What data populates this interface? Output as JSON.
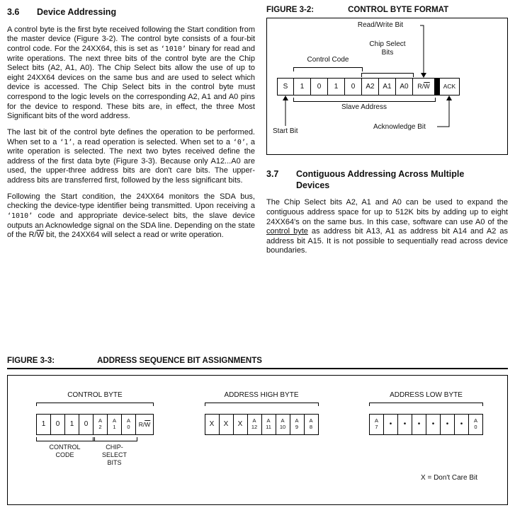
{
  "sec36": {
    "number": "3.6",
    "title": "Device Addressing",
    "p1": [
      "A control byte is the first byte received following the Start condition from the master device (Figure 3-2). The control byte consists of a four-bit control code. For the 24XX64, this is set as ",
      "‘1010’",
      " binary for read and write operations. The next three bits of the control byte are the Chip Select bits (A2, A1, A0). The Chip Select bits allow the use of up to eight 24XX64 devices on the same bus and are used to select which device is accessed. The Chip Select bits in the control byte must correspond to the logic levels on the corresponding A2, A1 and A0 pins for the device to respond. These bits are, in effect, the three Most Significant bits of the word address."
    ],
    "p2": [
      "The last bit of the control byte defines the operation to be performed. When set to a ",
      "‘1’",
      ", a read operation is selected. When set to a ",
      "‘0’",
      ", a write operation is selected. The next two bytes received define the address of the first data byte (Figure 3-3). Because only A12...A0 are used, the upper-three address bits are don't care bits. The upper-address bits are transferred first, followed by the less significant bits."
    ],
    "p3": [
      "Following the Start condition, the 24XX64 monitors the SDA bus, checking the device-type identifier being transmitted. Upon receiving a ",
      "‘1010’",
      " code and appropriate device-select bits, the slave device outputs an Acknowledge signal on the SDA line. Depending on the state of the ",
      "R/",
      "W",
      " bit, the 24XX64 will select a read or write operation."
    ]
  },
  "fig32": {
    "label": "FIGURE 3-2:",
    "title": "CONTROL BYTE FORMAT",
    "ann": {
      "read_write": "Read/Write Bit",
      "control_code": "Control Code",
      "chip_select": "Chip Select\nBits",
      "slave_address": "Slave Address",
      "start_bit": "Start Bit",
      "ack": "Acknowledge Bit"
    },
    "bits": {
      "s": "S",
      "b1": "1",
      "b2": "0",
      "b3": "1",
      "b4": "0",
      "b5": "A2",
      "b6": "A1",
      "b7": "A0",
      "rw_r": "R/",
      "rw_w": "W",
      "ack": "ACK"
    }
  },
  "sec37": {
    "number": "3.7",
    "title": "Contiguous Addressing Across Multiple Devices",
    "p1": [
      "The Chip Select bits A2, A1 and A0 can be used to expand the contiguous address space for up to 512K bits by adding up to eight 24XX64's on the same bus. In this case, software can use A0 of the ",
      "control byte",
      " as address bit A13, A1 as address bit A14 and A2 as address bit A15. It is not possible to sequentially read across device boundaries."
    ]
  },
  "fig33": {
    "label": "FIGURE 3-3:",
    "title": "ADDRESS SEQUENCE BIT ASSIGNMENTS",
    "control_byte": {
      "name": "CONTROL BYTE",
      "cells": [
        "1",
        "0",
        "1",
        "0",
        "A\n2",
        "A\n1",
        "A\n0"
      ],
      "rw_r": "R/",
      "rw_w": "W",
      "sub1": "CONTROL\nCODE",
      "sub2": "CHIP-\nSELECT\nBITS"
    },
    "high_byte": {
      "name": "ADDRESS HIGH BYTE",
      "cells": [
        "X",
        "X",
        "X",
        "A\n12",
        "A\n11",
        "A\n10",
        "A\n9",
        "A\n8"
      ]
    },
    "low_byte": {
      "name": "ADDRESS LOW BYTE",
      "cells": [
        "A\n7",
        "•",
        "•",
        "•",
        "•",
        "•",
        "•",
        "A\n0"
      ]
    },
    "note": "X = Don't Care Bit"
  }
}
